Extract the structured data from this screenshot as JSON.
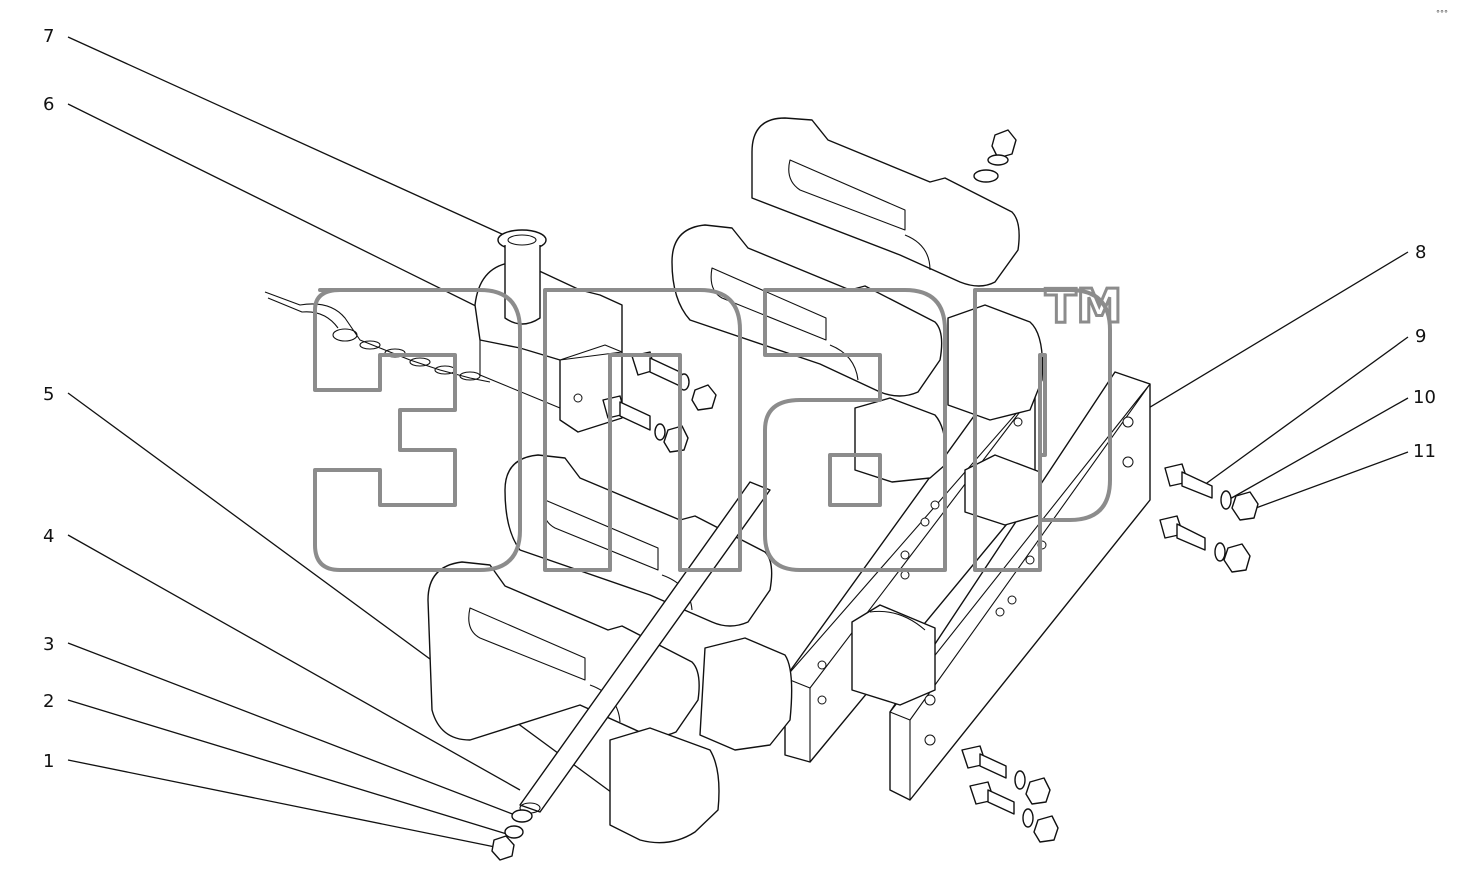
{
  "diagram": {
    "labels": [
      "1",
      "2",
      "3",
      "4",
      "5",
      "6",
      "7",
      "8",
      "9",
      "10",
      "11"
    ],
    "watermark": {
      "trademark": "TM"
    },
    "corner_mark": "°°°"
  }
}
